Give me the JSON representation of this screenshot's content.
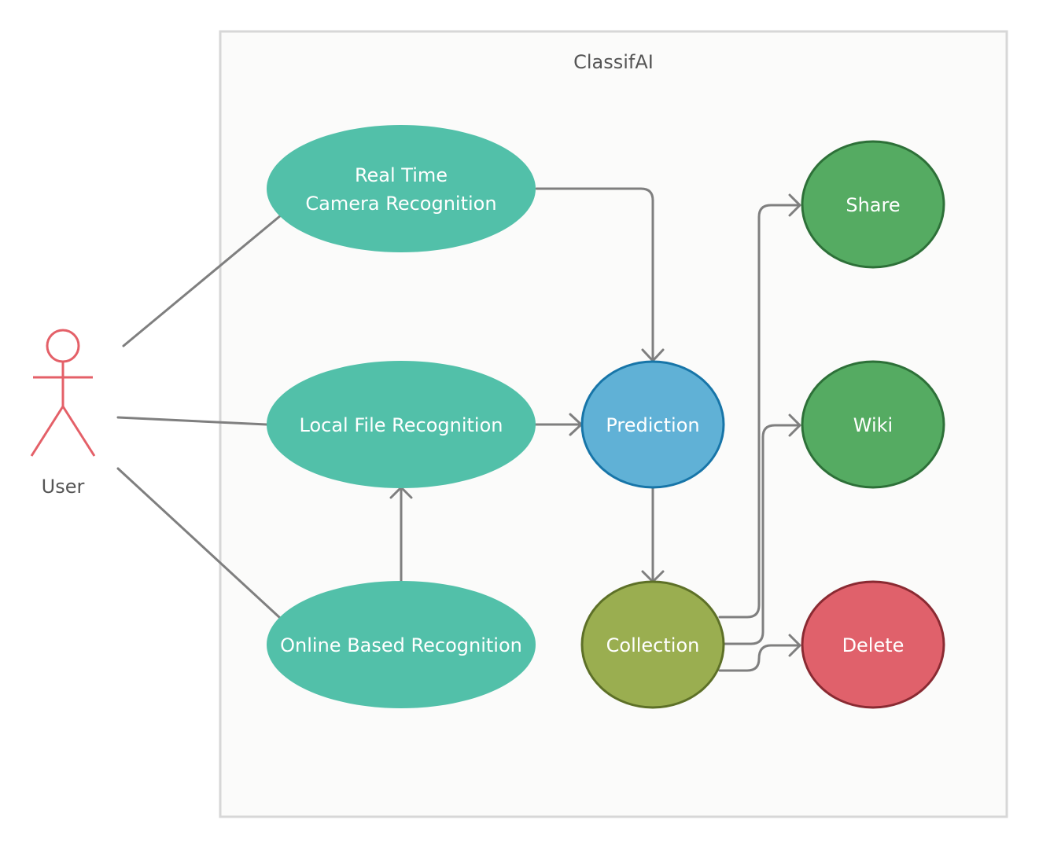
{
  "system": {
    "title": "ClassifAI"
  },
  "actor": {
    "label": "User",
    "color": "#e46068"
  },
  "usecases": {
    "realtime": {
      "label_line1": "Real Time",
      "label_line2": "Camera Recognition",
      "fill": "#52c0a9"
    },
    "localfile": {
      "label": "Local File Recognition",
      "fill": "#52c0a9"
    },
    "online": {
      "label": "Online Based Recognition",
      "fill": "#52c0a9"
    },
    "prediction": {
      "label": "Prediction",
      "fill": "#60b1d6",
      "stroke": "#1775a8"
    },
    "collection": {
      "label": "Collection",
      "fill": "#9aae50",
      "stroke": "#5d7027"
    },
    "share": {
      "label": "Share",
      "fill": "#55ab62",
      "stroke": "#2d7038"
    },
    "wiki": {
      "label": "Wiki",
      "fill": "#55ab62",
      "stroke": "#2d7038"
    },
    "delete": {
      "label": "Delete",
      "fill": "#e0616b",
      "stroke": "#8a2a32"
    }
  }
}
